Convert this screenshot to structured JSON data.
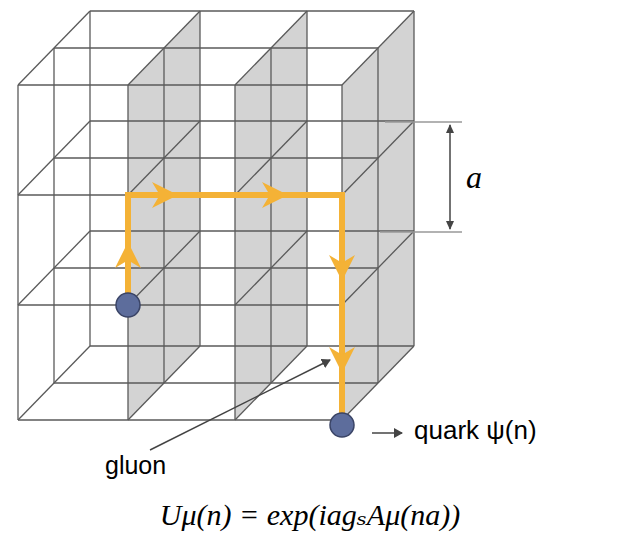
{
  "diagram": {
    "labels": [
      "a",
      "quark ψ(n)",
      "gluon",
      "Uμ(n) = exp(iagₛAμ(na))"
    ]
  }
}
